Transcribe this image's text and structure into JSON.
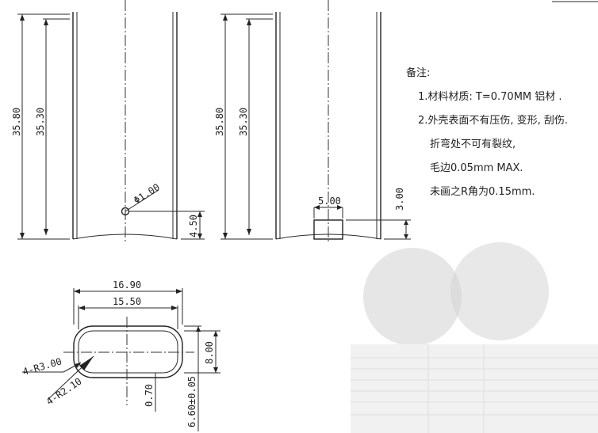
{
  "front_view": {
    "dim_total_height": "35.80",
    "dim_inner_height": "35.30",
    "dim_hole": "Φ1.00",
    "dim_hole_height": "4.50"
  },
  "side_view": {
    "dim_total_height": "35.80",
    "dim_inner_height": "35.30",
    "dim_notch_width": "5.00",
    "dim_notch_height": "3.00"
  },
  "section_view": {
    "dim_outer_width": "16.90",
    "dim_inner_width": "15.50",
    "dim_height": "8.00",
    "dim_thickness": "0.70",
    "dim_outer_height": "6.60±0.05",
    "radius_outer": "4-R3.00",
    "radius_inner": "4-R2.10"
  },
  "notes": {
    "title": "备注:",
    "line1": "1.材料材质: T=0.70MM 铝材 .",
    "line2": "2.外壳表面不有压伤, 变形, 刮伤.",
    "line3": "折弯处不可有裂纹,",
    "line4": "毛边0.05mm MAX.",
    "line5": "未画之R角为0.15mm."
  }
}
